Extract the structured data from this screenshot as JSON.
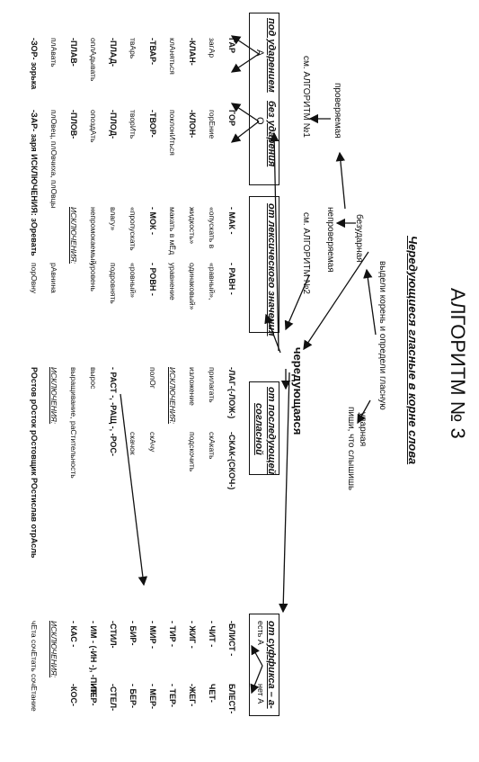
{
  "title": "АЛГОРИТМ № 3",
  "subtitle": "Чередующиеся гласные в корне слова",
  "step1": "выдели корень и определи гласную",
  "stressed": "ударная",
  "stressed_rule": "пиши, что слышишь",
  "unstressed": "безударная",
  "checkable": "проверяемая",
  "algo1": "см. АЛГОРИТМ №1",
  "uncheckable": "непроверяемая",
  "algo2": "см. АЛГОРИТМ №2",
  "alternating": "чередующаяся",
  "col1": {
    "header_a": "под ударением",
    "header_b": "без ударения",
    "a": "А",
    "o": "О",
    "rows": [
      {
        "l": "ГАР",
        "r": "ГОР"
      },
      {
        "l": "загАр",
        "r": "горЕние"
      },
      {
        "l": "-КЛАН-",
        "r": "-КЛОН-"
      },
      {
        "l": "клАняться",
        "r": "поклонИться"
      },
      {
        "l": "-ТВАР-",
        "r": "-ТВОР-"
      },
      {
        "l": "твАрь",
        "r": "творИть"
      },
      {
        "l": "-ПЛАД-",
        "r": "-ПЛОД-"
      },
      {
        "l": "оплАдывать",
        "r": "опоздАть"
      },
      {
        "l": "-ПЛАВ-",
        "r": "-ПЛОВ-"
      },
      {
        "l": "плАвать",
        "r": "плОвец, плОвчиха, плОвцы"
      },
      {
        "l": "-ЗОР- зорька",
        "r": "-ЗАР- заря ИСКЛЮЧЕНИЯ: зОревать"
      }
    ]
  },
  "col2": {
    "header": "от лексического значения",
    "rows": [
      {
        "l": "- МАК -",
        "r": "- РАВН -"
      },
      {
        "l": "«опускать в",
        "r": "«равный»,"
      },
      {
        "l": "жидкость»",
        "r": "одинаковый»"
      },
      {
        "l": "макать в мЁд",
        "r": "уравнение"
      },
      {
        "l": "- МОК -",
        "r": "- РОВН -"
      },
      {
        "l": "«пропускать",
        "r": "«ровный»"
      },
      {
        "l": "влагу»",
        "r": "подровнять"
      },
      {
        "l": "непромокаемый",
        "r": "уровень"
      },
      {
        "l": "ИСКЛЮЧЕНИЯ:",
        "r": ""
      },
      {
        "l": "",
        "r": "рАвнина"
      },
      {
        "l": "",
        "r": "порОвну"
      }
    ]
  },
  "col3": {
    "header_a": "от последующей",
    "header_b": "согласной",
    "rows": [
      {
        "l": "-ЛАГ-(-ЛОЖ-)",
        "r": "-СКАК-(СКОЧ-)"
      },
      {
        "l": "прилагать",
        "r": "скАкать"
      },
      {
        "l": "изложение",
        "r": "подскочить"
      },
      {
        "l": "ИСКЛЮЧЕНИЯ:",
        "r": ""
      },
      {
        "l": "полОг",
        "r": "скАчу"
      },
      {
        "l": "",
        "r": "скачок"
      },
      {
        "l": "- РАСТ -, -РАЩ -, -РОС-",
        "r": ""
      },
      {
        "l": "вырос",
        "r": ""
      },
      {
        "l": "выращивание, раСтительность",
        "r": ""
      },
      {
        "l": "ИСКЛЮЧЕНИЯ:",
        "r": ""
      },
      {
        "l": "РОстов рОсток рОстовщик РОстислав отрАсль",
        "r": ""
      }
    ]
  },
  "col4": {
    "header": "от суффикса – а-",
    "sub_l": "есть А",
    "sub_r": "нет А",
    "rows": [
      {
        "l": "-БЛИСТ -",
        "r": "БЛЕСТ-"
      },
      {
        "l": "- ЧИТ -",
        "r": "ЧЕТ-"
      },
      {
        "l": "- ЖИГ -",
        "r": "-ЖЕГ-"
      },
      {
        "l": "- ТИР -",
        "r": "- ТЕР-"
      },
      {
        "l": "- МИР -",
        "r": "- МЕР-"
      },
      {
        "l": "- БИР-",
        "r": "- БЕР-"
      },
      {
        "l": "-СТИЛ-",
        "r": "-СТЕЛ-"
      },
      {
        "l": "- ИМ - (-ИН -), -ПИР-",
        "r": "-ПЕР-"
      },
      {
        "l": "- КАС -",
        "r": "-КОС-"
      },
      {
        "l": "ИСКЛЮЧЕНИЯ:",
        "r": ""
      },
      {
        "l": "чЕта сочЕтать сочЕтание",
        "r": ""
      }
    ]
  }
}
